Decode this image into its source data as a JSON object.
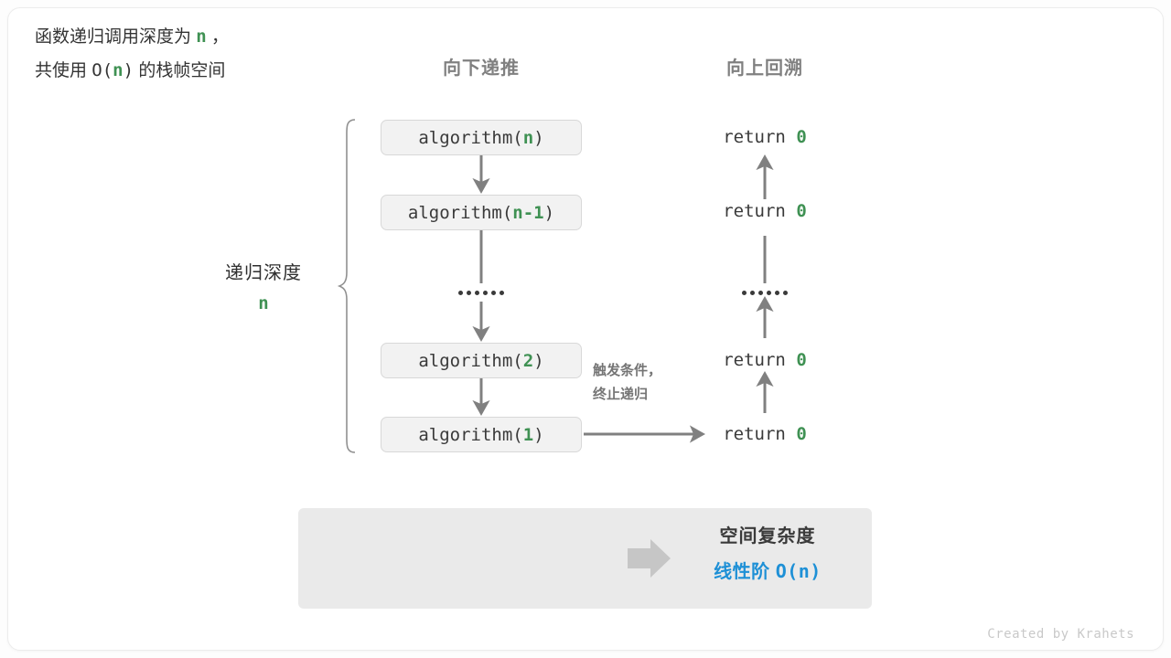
{
  "headers": {
    "left": "向下递推",
    "right": "向上回溯"
  },
  "depth_annotation": {
    "label": "递归深度",
    "value": "n"
  },
  "call_stack": [
    {
      "prefix": "algorithm(",
      "arg": "n",
      "suffix": ")"
    },
    {
      "prefix": "algorithm(",
      "arg": "n-1",
      "suffix": ")"
    },
    {
      "prefix": "algorithm(",
      "arg": "2",
      "suffix": ")"
    },
    {
      "prefix": "algorithm(",
      "arg": "1",
      "suffix": ")"
    }
  ],
  "returns": [
    {
      "text": "return ",
      "value": "0"
    },
    {
      "text": "return ",
      "value": "0"
    },
    {
      "text": "return ",
      "value": "0"
    },
    {
      "text": "return ",
      "value": "0"
    }
  ],
  "ellipsis": "••••••",
  "trigger_note": {
    "line1": "触发条件，",
    "line2": "终止递归"
  },
  "panel": {
    "left_line1_a": "函数递归调用深度为 ",
    "left_line1_n": "n",
    "left_line1_b": " ，",
    "left_line2_a": "共使用 ",
    "left_line2_o": "O(",
    "left_line2_n": "n",
    "left_line2_c": ")",
    "left_line2_b": " 的栈帧空间",
    "right_title": "空间复杂度",
    "right_value_label": "线性阶 ",
    "right_value_mono": "O(n)"
  },
  "credit": "Created by Krahets",
  "colors": {
    "accent_green": "#3f9153",
    "accent_blue": "#1e90d6",
    "box_fill": "#f2f2f2",
    "box_border": "#d8d8d8",
    "panel_fill": "#eaeaea",
    "arrow_gray": "#808080",
    "header_gray": "#808080"
  }
}
